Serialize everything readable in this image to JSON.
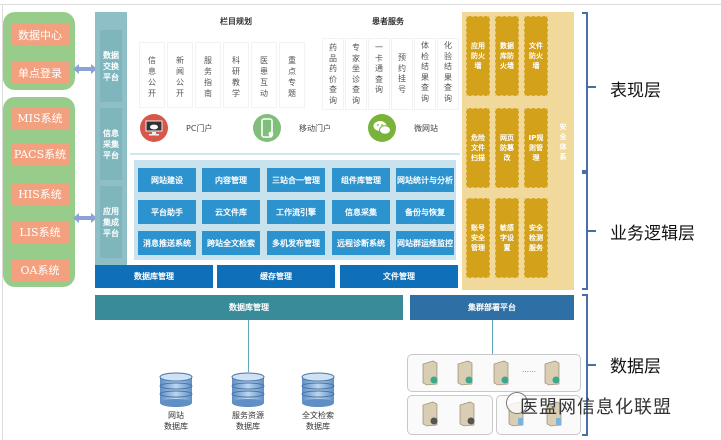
{
  "left_systems": {
    "group1": [
      "数据中心",
      "单点登录"
    ],
    "group2": [
      "MIS系统",
      "PACS系统",
      "HIS系统",
      "LIS系统",
      "OA系统"
    ]
  },
  "vertical_bar": [
    "数据交换平台",
    "信息采集平台",
    "应用集成平台"
  ],
  "column_planning": {
    "title": "栏目规划",
    "items": [
      "信息公开",
      "新闻公开",
      "服务指南",
      "科研教学",
      "医患互动",
      "重点专题"
    ]
  },
  "patient_services": {
    "title": "患者服务",
    "items": [
      "药品药价查询",
      "专家坐诊查询",
      "一卡通查询",
      "预约挂号",
      "体检结果查询",
      "化验结果查询"
    ]
  },
  "portals": [
    {
      "label": "PC门户",
      "icon": "monitor-cloud-icon",
      "color": "#d9574a"
    },
    {
      "label": "移动门户",
      "icon": "mobile-phone-icon",
      "color": "#7fbf7a"
    },
    {
      "label": "微网站",
      "icon": "wechat-icon",
      "color": "#7ab33a"
    }
  ],
  "functions": [
    [
      "网站建设",
      "内容管理",
      "三站合一管理",
      "组件库管理",
      "网站统计与分析"
    ],
    [
      "平台助手",
      "云文件库",
      "工作流引擎",
      "信息采集",
      "备份与恢复"
    ],
    [
      "消息推送系统",
      "跨站全文检索",
      "多机发布管理",
      "远程诊断系统",
      "网站群运维监控"
    ]
  ],
  "management_row": [
    "数据库管理",
    "缓存管理",
    "文件管理"
  ],
  "infra_row": [
    "数据库管理",
    "集群部署平台"
  ],
  "security": {
    "label": "安全体系",
    "cells": [
      [
        "应用防火墙",
        "数据库防火墙",
        "文件防火墙"
      ],
      [
        "危险文件扫描",
        "网页防篡改",
        "IP规则管理"
      ],
      [
        "账号安全管理",
        "敏感字设置",
        "安全检测服务"
      ]
    ]
  },
  "layers": [
    "表现层",
    "业务逻辑层",
    "数据层"
  ],
  "databases": [
    "网站数据库",
    "服务资源数据库",
    "全文检索数据库"
  ],
  "database_labels": [
    [
      "网站",
      "数据库"
    ],
    [
      "服务资源",
      "数据库"
    ],
    [
      "全文检索",
      "数据库"
    ]
  ],
  "server_ellipsis": "……",
  "watermark": "医盟网信息化联盟",
  "colors": {
    "green_group": "#98cc8a",
    "orange_item": "#f2a07e",
    "func_blue": "#2d93cf",
    "mgmt_blue": "#0f6fb8",
    "teal": "#3a8b9a",
    "steel_blue": "#2e6fa6",
    "security_gold": "#d4a21a",
    "security_bg": "#f0d99b",
    "bracket": "#4a6ea8"
  }
}
